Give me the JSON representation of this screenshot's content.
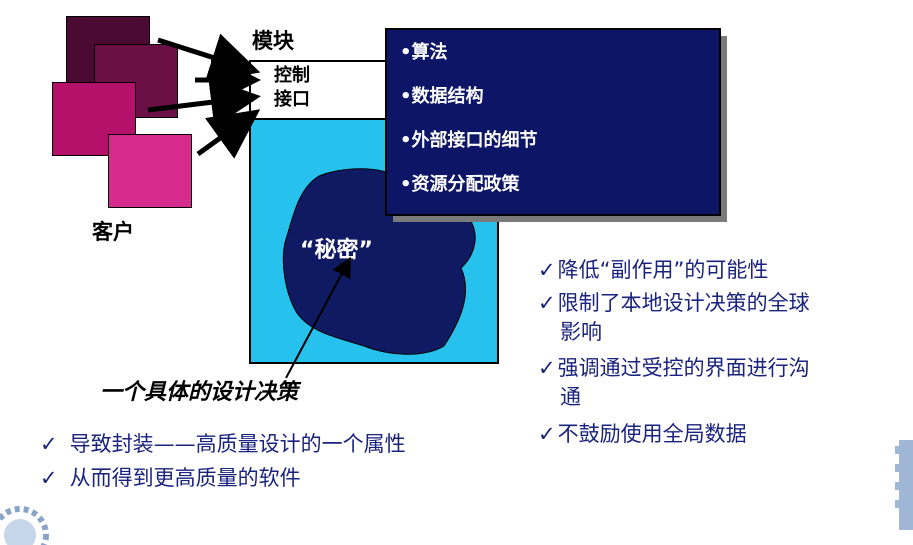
{
  "labels": {
    "module": "模块",
    "control_interface_line1": "控制",
    "control_interface_line2": "接口",
    "clients": "客户",
    "secret": "“秘密”",
    "design_decision": "一个具体的设计决策"
  },
  "module_contents": [
    "•算法",
    "•数据结构",
    "•外部接口的细节",
    "•资源分配政策"
  ],
  "bottom_bullets": [
    {
      "check": "✓",
      "text": "导致封装——高质量设计的一个属性"
    },
    {
      "check": "✓",
      "text": "从而得到更高质量的软件"
    }
  ],
  "right_bullets": [
    {
      "check": "✓",
      "line1": "降低“副作用”的可能性",
      "line2": ""
    },
    {
      "check": "✓",
      "line1": "限制了本地设计决策的全球",
      "line2": "影响"
    },
    {
      "check": "✓",
      "line1": "强调通过受控的界面进行沟",
      "line2": "通"
    },
    {
      "check": "✓",
      "line1": "不鼓励使用全局数据",
      "line2": ""
    }
  ],
  "colors": {
    "client_1": "#4a0a32",
    "client_2": "#6b0f47",
    "client_3": "#b5106a",
    "client_4": "#d62a8c",
    "navy": "#0d1566",
    "cyan": "#27c1ee",
    "blob": "#0f1a62",
    "bullet_text": "#1a237e"
  }
}
